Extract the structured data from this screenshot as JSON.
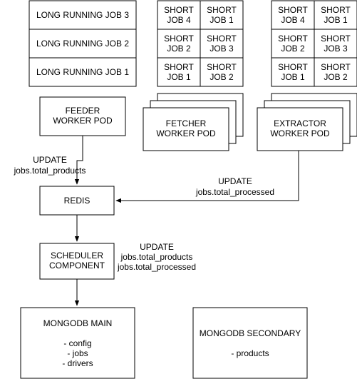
{
  "long_jobs": [
    "LONG RUNNING JOB 3",
    "LONG RUNNING JOB 2",
    "LONG RUNNING JOB 1"
  ],
  "fetcher_jobs": [
    [
      "SHORT",
      "JOB 4"
    ],
    [
      "SHORT",
      "JOB 1"
    ],
    [
      "SHORT",
      "JOB 2"
    ],
    [
      "SHORT",
      "JOB 3"
    ],
    [
      "SHORT",
      "JOB 1"
    ],
    [
      "SHORT",
      "JOB 2"
    ]
  ],
  "extractor_jobs": [
    [
      "SHORT",
      "JOB 4"
    ],
    [
      "SHORT",
      "JOB 1"
    ],
    [
      "SHORT",
      "JOB 2"
    ],
    [
      "SHORT",
      "JOB 3"
    ],
    [
      "SHORT",
      "JOB 1"
    ],
    [
      "SHORT",
      "JOB 2"
    ]
  ],
  "feeder": [
    "FEEDER",
    "WORKER POD"
  ],
  "fetcher": [
    "FETCHER",
    "WORKER POD"
  ],
  "extractor": [
    "EXTRACTOR",
    "WORKER POD"
  ],
  "redis": "REDIS",
  "scheduler": [
    "SCHEDULER",
    "COMPONENT"
  ],
  "mongo_main": {
    "title": "MONGODB MAIN",
    "items": [
      "- config",
      "- jobs",
      "- drivers"
    ]
  },
  "mongo_secondary": {
    "title": "MONGODB SECONDARY",
    "items": [
      "- products"
    ]
  },
  "edge_labels": {
    "feeder_to_redis": [
      "UPDATE",
      "jobs.total_products"
    ],
    "extractor_to_redis": [
      "UPDATE",
      "jobs.total_processed"
    ],
    "redis_to_scheduler": [
      "UPDATE",
      "jobs.total_products",
      "jobs.total_processed"
    ]
  }
}
